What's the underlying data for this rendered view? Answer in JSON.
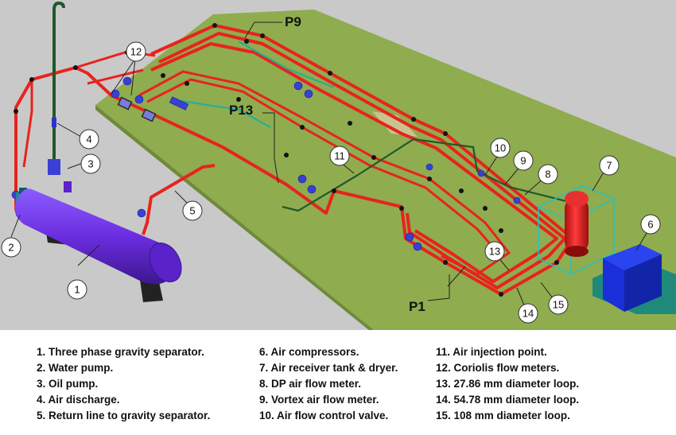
{
  "callouts": {
    "c1": "1",
    "c2": "2",
    "c3": "3",
    "c4": "4",
    "c5": "5",
    "c6": "6",
    "c7": "7",
    "c8": "8",
    "c9": "9",
    "c10": "10",
    "c11": "11",
    "c12": "12",
    "c13": "13",
    "c14": "14",
    "c15": "15"
  },
  "pipe_labels": {
    "p9": "P9",
    "p13": "P13",
    "p1": "P1"
  },
  "legend": {
    "col1": [
      "1. Three phase gravity separator.",
      "2. Water pump.",
      "3. Oil pump.",
      "4. Air discharge.",
      "5. Return line to gravity separator."
    ],
    "col2": [
      "6. Air compressors.",
      "7. Air receiver tank & dryer.",
      "8. DP air flow meter.",
      "9. Vortex air flow meter.",
      "10. Air flow control valve."
    ],
    "col3": [
      "11. Air injection point.",
      "12. Coriolis flow meters.",
      "13. 27.86 mm diameter loop.",
      "14. 54.78 mm diameter loop.",
      "15. 108 mm diameter loop."
    ]
  },
  "colors": {
    "background": "#c9c9c9",
    "platform": "#8fac4f",
    "pipe": "#e8231d",
    "separator": "#6b2de0",
    "tank": "#d81e1e",
    "compressor": "#1a2fd8",
    "riser": "#1f5a2a"
  }
}
